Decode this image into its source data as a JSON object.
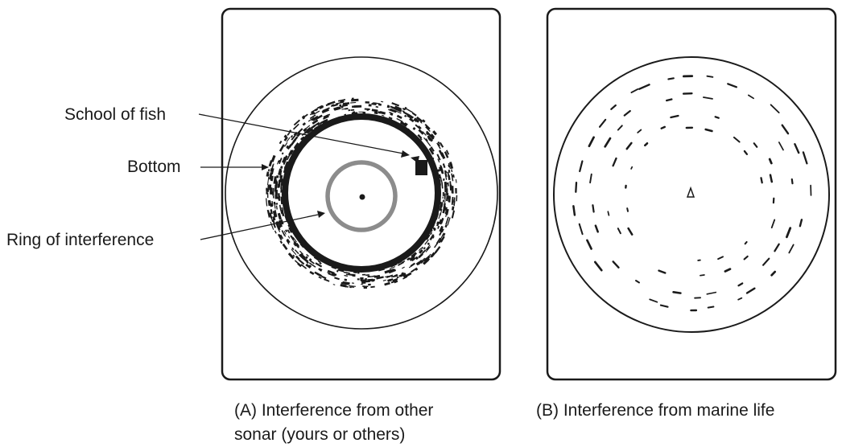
{
  "panel_a": {
    "labels": {
      "school_of_fish": "School of fish",
      "bottom": "Bottom",
      "ring_of_interference": "Ring of interference"
    },
    "caption_line1": "(A) Interference from other",
    "caption_line2": "sonar (yours or others)"
  },
  "panel_b": {
    "caption": "(B) Interference from marine life"
  },
  "colors": {
    "ink": "#1a1a1a",
    "interference_ring": "#8c8c8c",
    "background": "#ffffff"
  }
}
